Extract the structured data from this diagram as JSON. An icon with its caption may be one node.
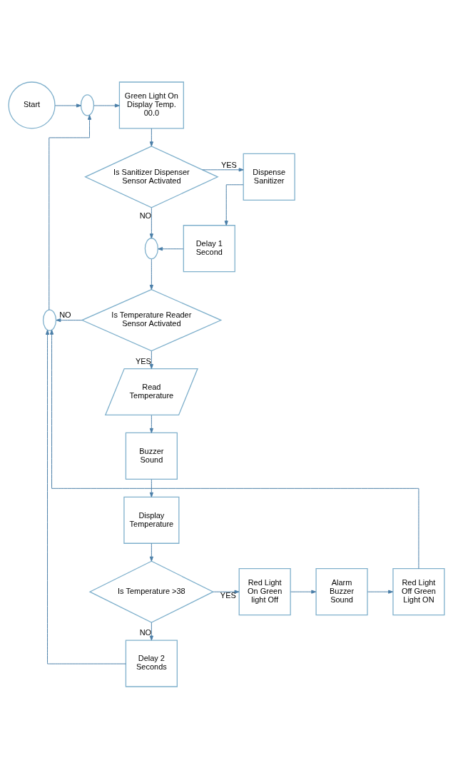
{
  "diagram": {
    "nodes": [
      {
        "text": [
          "Start"
        ]
      },
      {
        "text": [],
        "shape": "circle"
      },
      {
        "text": [
          "Green Light On Display Temp. 00.0"
        ]
      },
      {
        "text": [
          "Is Sanitizer Dispenser Sensor Activated"
        ]
      },
      {
        "text": [
          "Dispense Sanitizer"
        ]
      },
      {
        "text": [],
        "shape": "circle"
      },
      {
        "text": [
          "Delay 1 Second"
        ]
      },
      {
        "text": [],
        "shape": "circle"
      },
      {
        "text": [
          "Is Temperature Reader Sensor Activated"
        ]
      },
      {
        "text": [
          "Read Temperature"
        ]
      },
      {
        "text": [
          "Buzzer Sound"
        ]
      },
      {
        "text": [
          "Display Temperature"
        ]
      },
      {
        "text": [
          "Is Temperature >38"
        ]
      },
      {
        "text": [
          "Red Light On Green light Off"
        ]
      },
      {
        "text": [
          "Alarm Buzzer Sound"
        ]
      },
      {
        "text": [
          "Red Light Off Green Light ON"
        ]
      },
      {
        "text": [
          "Delay 2 Seconds"
        ]
      }
    ],
    "edges": [
      {
        "from": 0,
        "to": 1,
        "arrow": "to"
      },
      {
        "from": 1,
        "to": 2,
        "arrow": "to"
      },
      {
        "from": 2,
        "to": 3,
        "arrow": "to"
      },
      {
        "from": 3,
        "to": 4,
        "arrow": "to",
        "label": "YES"
      },
      {
        "from": 4,
        "to": 6,
        "arrow": "to"
      },
      {
        "from": 6,
        "to": 5,
        "arrow": "to"
      },
      {
        "from": 3,
        "to": 5,
        "arrow": "to",
        "label": "NO"
      },
      {
        "from": 5,
        "to": 8,
        "arrow": "to"
      },
      {
        "from": 8,
        "to": 7,
        "arrow": "to",
        "label": "NO"
      },
      {
        "from": 8,
        "to": 9,
        "arrow": "to",
        "label": "YES"
      },
      {
        "from": 9,
        "to": 10,
        "arrow": "to"
      },
      {
        "from": 10,
        "to": 11,
        "arrow": "to"
      },
      {
        "from": 11,
        "to": 12,
        "arrow": "to"
      },
      {
        "from": 12,
        "to": 13,
        "arrow": "to",
        "label": "YES"
      },
      {
        "from": 13,
        "to": 14,
        "arrow": "to"
      },
      {
        "from": 14,
        "to": 15,
        "arrow": "to"
      },
      {
        "from": 15,
        "to": 7,
        "arrow": "to"
      },
      {
        "from": 12,
        "to": 16,
        "arrow": "to",
        "label": "NO"
      },
      {
        "from": 16,
        "to": 7,
        "arrow": "to"
      },
      {
        "from": 7,
        "to": 1,
        "arrow": "to"
      }
    ]
  }
}
